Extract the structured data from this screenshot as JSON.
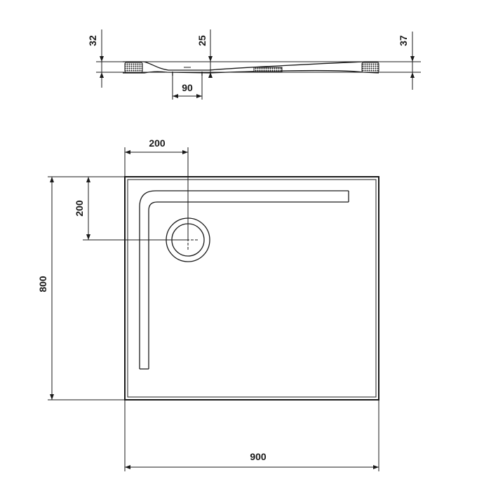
{
  "dimensions": {
    "side_height_left": "32",
    "side_height_center": "25",
    "side_height_right": "37",
    "drain_width": "90",
    "drain_offset_x": "200",
    "drain_offset_y": "200",
    "tray_depth": "800",
    "tray_width": "900"
  },
  "colors": {
    "line": "#1a1a1a",
    "background": "#ffffff"
  }
}
